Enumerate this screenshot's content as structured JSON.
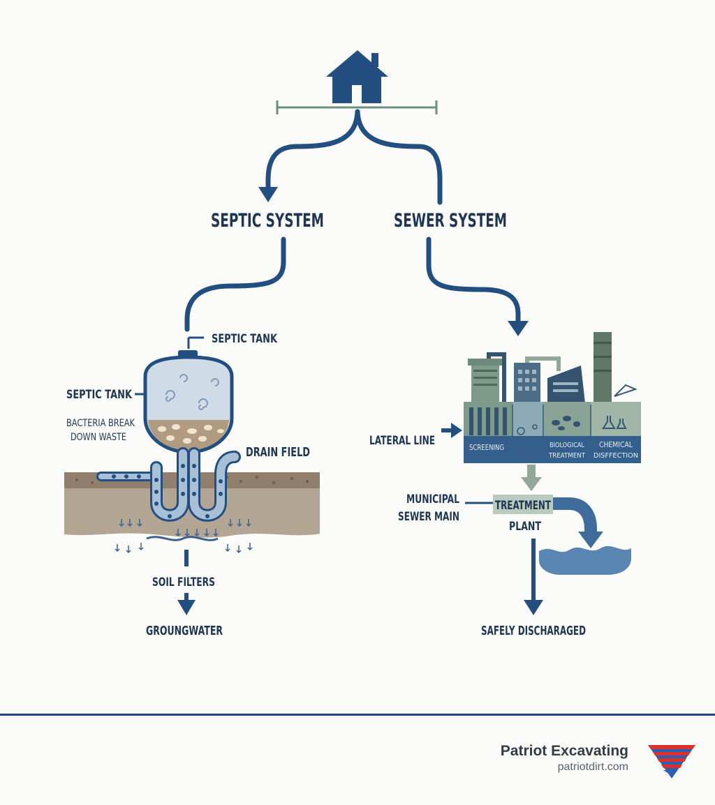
{
  "diagram": {
    "septic": {
      "heading": "SEPTIC SYSTEM",
      "tank_top_label": "SEPTIC TANK",
      "tank_side_label": "SEPTIC TANK",
      "bacteria_line1": "BACTERIA BREAK",
      "bacteria_line2": "DOWN WASTE",
      "drain_field": "DRAIN FIELD",
      "soil_filters": "SOIL FILTERS",
      "groundwater": "GROUNGWATER"
    },
    "sewer": {
      "heading": "SEWER SYSTEM",
      "lateral_line": "LATERAL LINE",
      "stage_screening": "SCREENING",
      "stage_bio_line1": "BIOLOGICAL",
      "stage_bio_line2": "TREATMENT",
      "stage_chem_line1": "CHEMICAL",
      "stage_chem_line2": "DISFFECTION",
      "municipal_line1": "MUNICIPAL",
      "municipal_line2": "SEWER MAIN",
      "treatment_line1": "TREATMENT",
      "treatment_line2": "PLANT",
      "safely": "SAFELY DISCHARAGED"
    },
    "colors": {
      "navy": "#234e80",
      "slate": "#7f99b0",
      "sage": "#92a898",
      "soil": "#b3a593",
      "water": "#5a86b3"
    }
  },
  "footer": {
    "company": "Patriot Excavating",
    "url": "patriotdirt.com"
  }
}
